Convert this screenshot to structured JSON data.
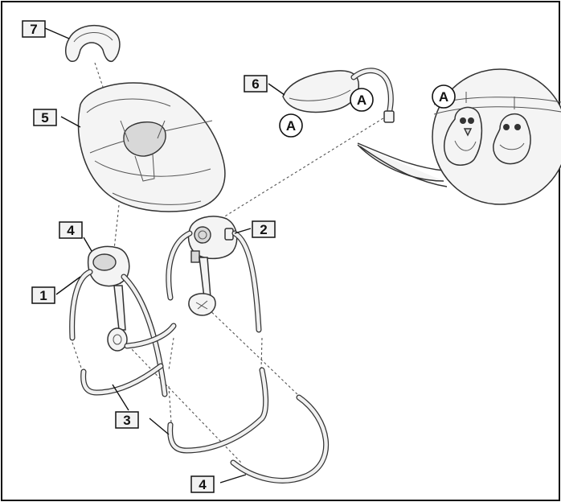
{
  "callouts": {
    "c7": "7",
    "c5": "5",
    "c6": "6",
    "c4_top": "4",
    "c1": "1",
    "c2": "2",
    "c3": "3",
    "c4_bottom": "4"
  },
  "letter_markers": {
    "a_left": "A",
    "a_right": "A",
    "a_detail": "A"
  },
  "colors": {
    "outline": "#333333",
    "label_fill": "#f2f2f2",
    "frame": "#111111"
  }
}
